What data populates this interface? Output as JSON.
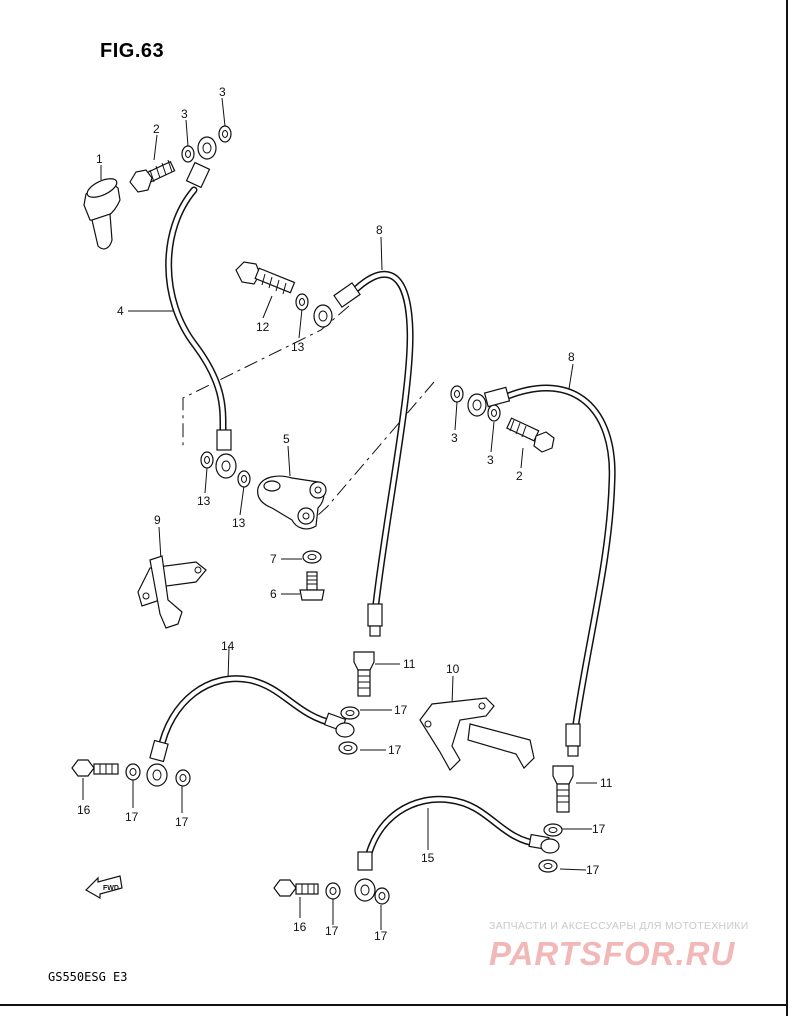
{
  "figure": {
    "title": "FIG.63",
    "model_code": "GS550ESG  E3"
  },
  "fwd_arrow": {
    "label": "FWD",
    "icon": "fwd-arrow-icon"
  },
  "watermark": {
    "caption": "ЗАПЧАСТИ И АКСЕССУАРЫ ДЛЯ МОТОТЕХНИКИ",
    "logo": "PARTSFOR.RU",
    "colors": {
      "caption": "#c9c9c9",
      "logo": "#f2b7b7"
    }
  },
  "callouts": [
    {
      "id": "c-1",
      "label": "1"
    },
    {
      "id": "c-2a",
      "label": "2"
    },
    {
      "id": "c-3a",
      "label": "3"
    },
    {
      "id": "c-3b",
      "label": "3"
    },
    {
      "id": "c-4",
      "label": "4"
    },
    {
      "id": "c-12",
      "label": "12"
    },
    {
      "id": "c-13a",
      "label": "13"
    },
    {
      "id": "c-8a",
      "label": "8"
    },
    {
      "id": "c-8b",
      "label": "8"
    },
    {
      "id": "c-5",
      "label": "5"
    },
    {
      "id": "c-13b",
      "label": "13"
    },
    {
      "id": "c-13c",
      "label": "13"
    },
    {
      "id": "c-3c",
      "label": "3"
    },
    {
      "id": "c-3d",
      "label": "3"
    },
    {
      "id": "c-2b",
      "label": "2"
    },
    {
      "id": "c-9",
      "label": "9"
    },
    {
      "id": "c-7",
      "label": "7"
    },
    {
      "id": "c-6",
      "label": "6"
    },
    {
      "id": "c-14",
      "label": "14"
    },
    {
      "id": "c-11a",
      "label": "11"
    },
    {
      "id": "c-10",
      "label": "10"
    },
    {
      "id": "c-17a",
      "label": "17"
    },
    {
      "id": "c-17b",
      "label": "17"
    },
    {
      "id": "c-16a",
      "label": "16"
    },
    {
      "id": "c-17c",
      "label": "17"
    },
    {
      "id": "c-17d",
      "label": "17"
    },
    {
      "id": "c-11b",
      "label": "11"
    },
    {
      "id": "c-17e",
      "label": "17"
    },
    {
      "id": "c-15",
      "label": "15"
    },
    {
      "id": "c-17f",
      "label": "17"
    },
    {
      "id": "c-16b",
      "label": "16"
    },
    {
      "id": "c-17g",
      "label": "17"
    },
    {
      "id": "c-17h",
      "label": "17"
    }
  ]
}
